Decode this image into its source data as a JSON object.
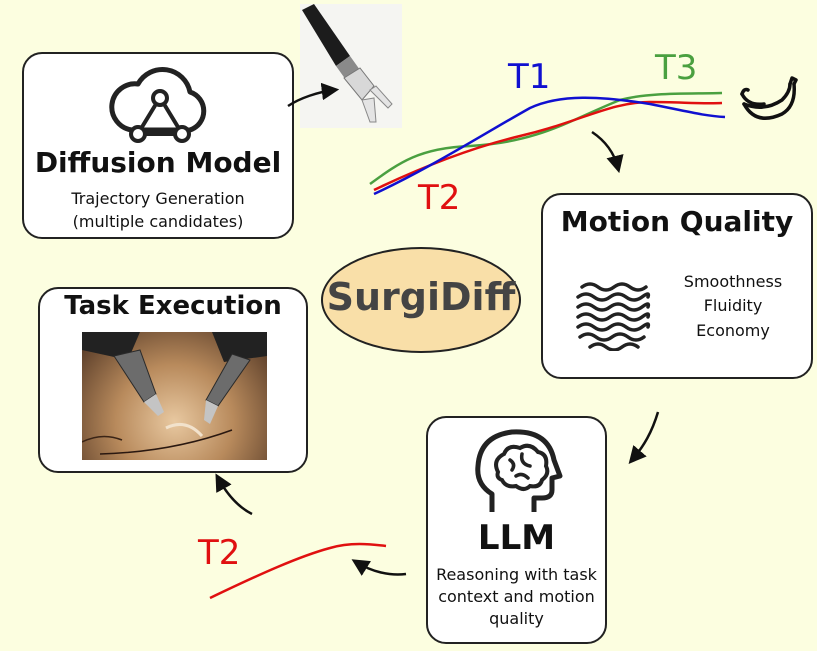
{
  "center": {
    "label": "SurgiDiff"
  },
  "diffusion": {
    "title": "Diffusion Model",
    "line1": "Trajectory Generation",
    "line2": "(multiple candidates)"
  },
  "motion": {
    "title": "Motion Quality",
    "metrics": [
      "Smoothness",
      "Fluidity",
      "Economy"
    ]
  },
  "llm": {
    "title": "LLM",
    "line1": "Reasoning with task",
    "line2": "context and motion",
    "line3": "quality"
  },
  "task": {
    "title": "Task Execution"
  },
  "trajectories": {
    "t1": "T1",
    "t2": "T2",
    "t3": "T3",
    "selected": "T2"
  },
  "colors": {
    "t1": "#1010d0",
    "t2": "#e01010",
    "t3": "#4aa040",
    "center_fill": "#f9dfa8",
    "background": "#fcfee0"
  }
}
